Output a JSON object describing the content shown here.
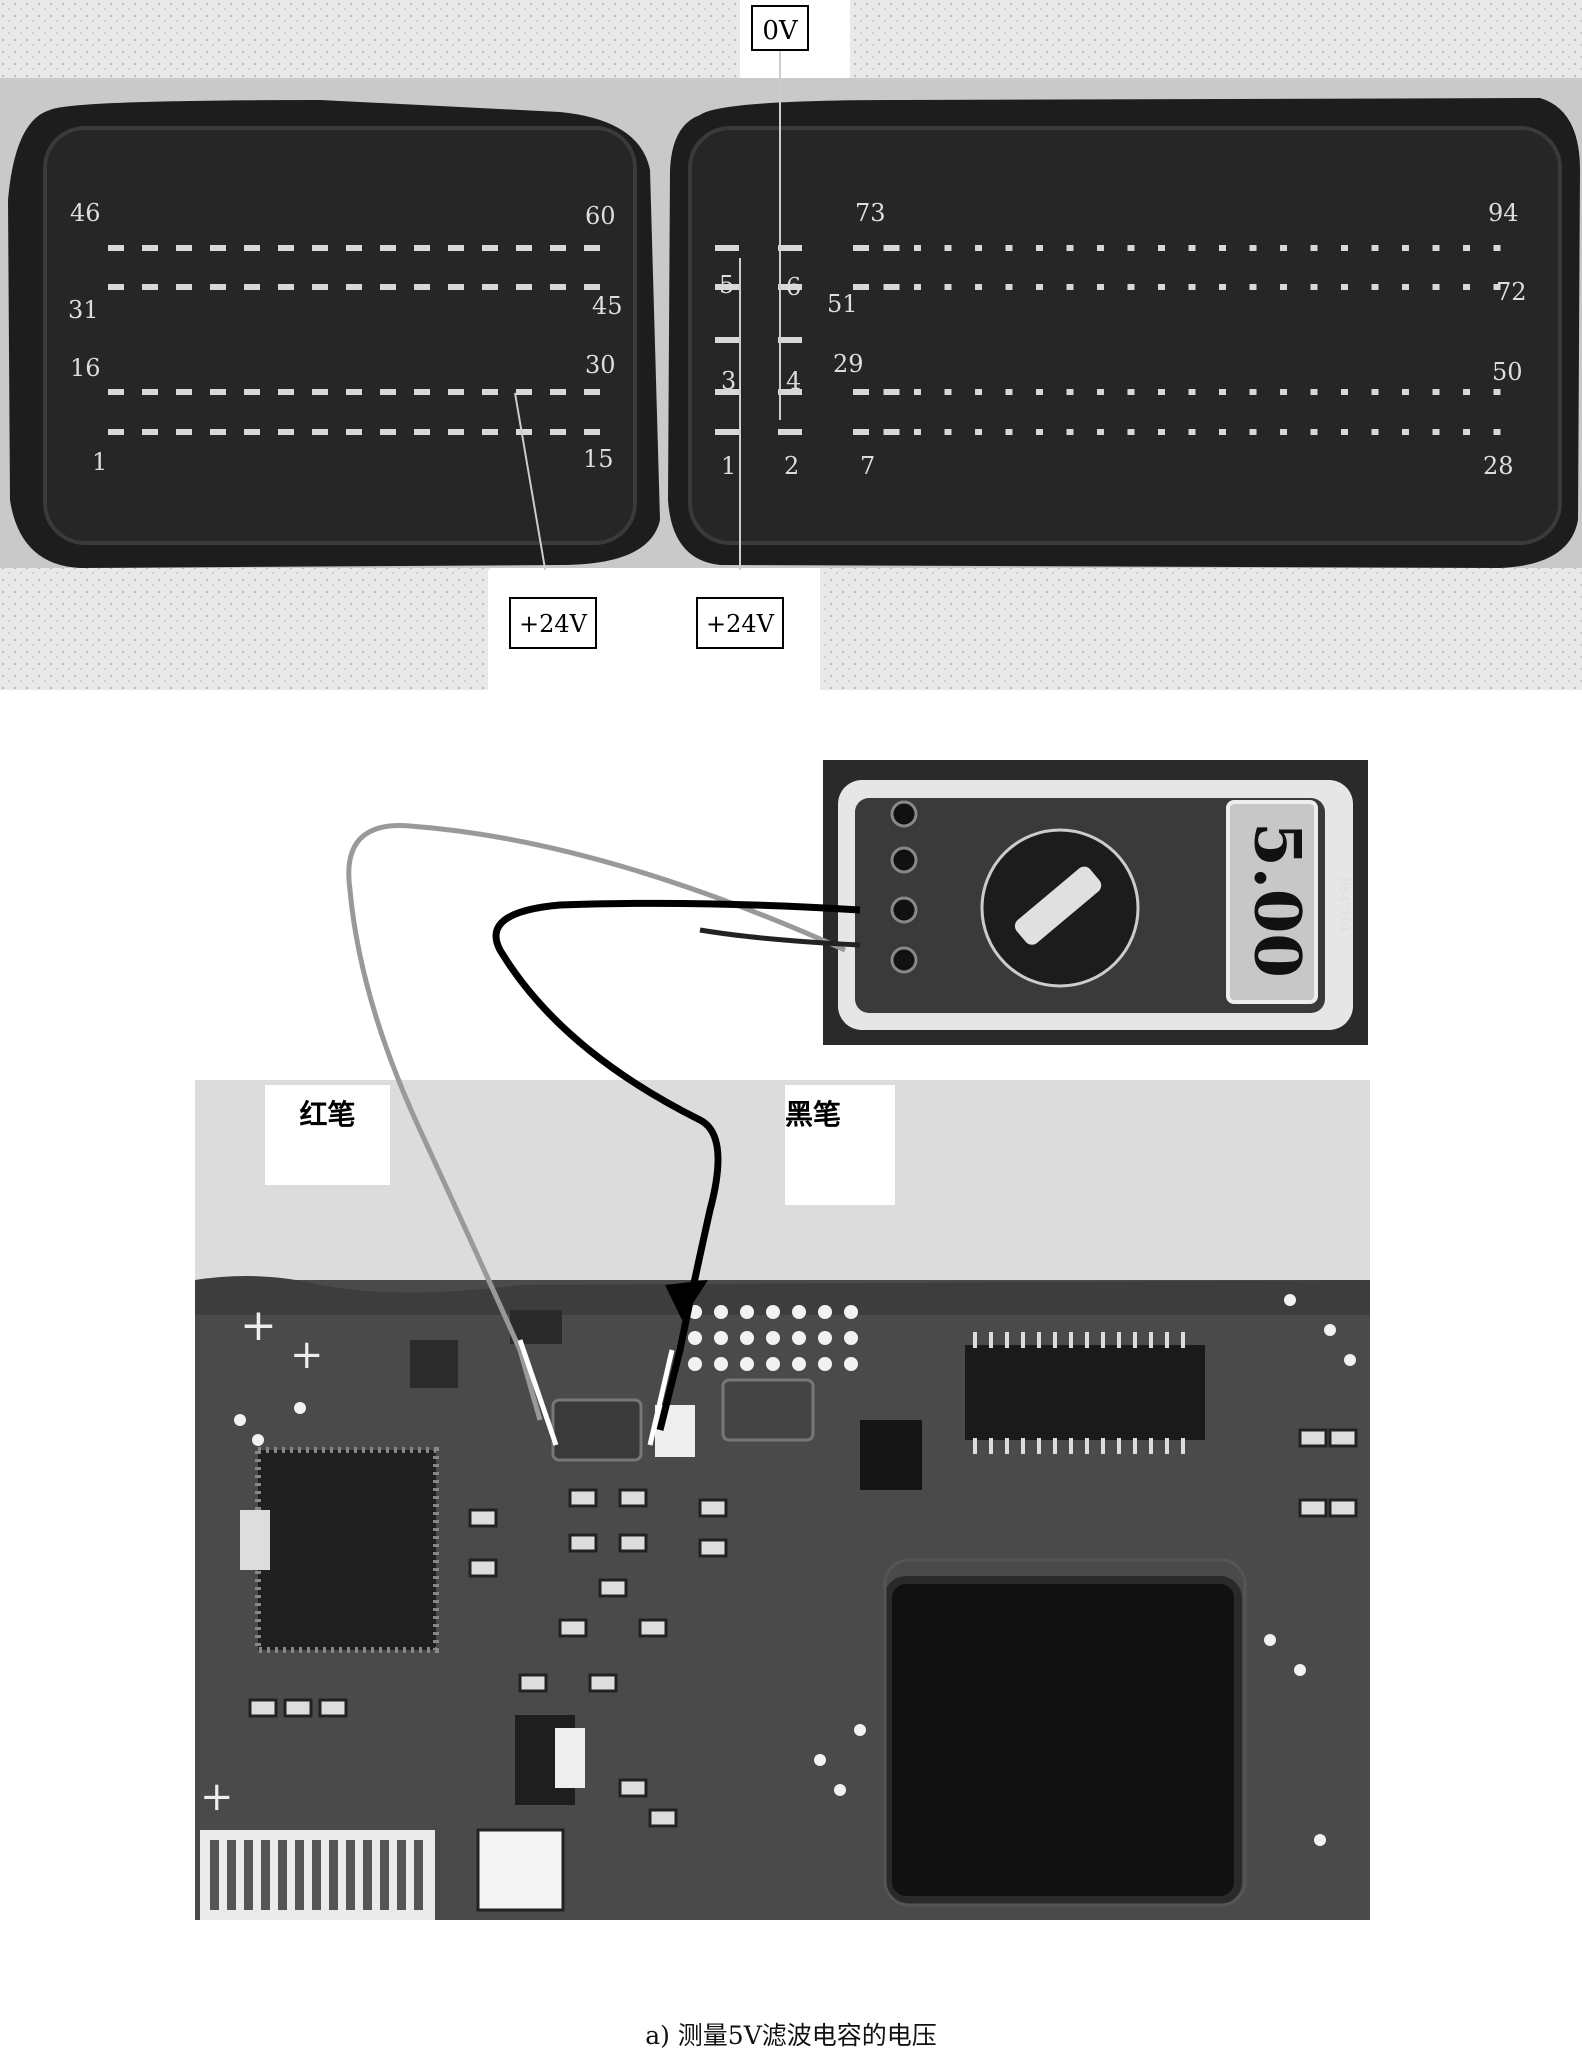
{
  "connector": {
    "left_block_pins": {
      "top_left": "46",
      "top_right": "60",
      "row2_left": "31",
      "row2_right": "45",
      "row3_left": "16",
      "row3_right": "30",
      "bottom_left": "1",
      "bottom_right": "15"
    },
    "middle_pins": {
      "p5": "5",
      "p6": "6",
      "p3": "3",
      "p4": "4",
      "p1": "1",
      "p2": "2"
    },
    "right_block_pins": {
      "top_left": "73",
      "top_right": "94",
      "row2_left": "51",
      "row2_right": "72",
      "row3_left": "29",
      "row3_right": "50",
      "bottom_left": "7",
      "bottom_right": "28"
    },
    "callouts": {
      "ground": "0V",
      "supply_a": "+24V",
      "supply_b": "+24V"
    }
  },
  "multimeter": {
    "display": "5.00",
    "model": "BS47101"
  },
  "probes": {
    "red": "红笔",
    "black": "黑笔"
  },
  "caption": "a) 测量5V滤波电容的电压"
}
